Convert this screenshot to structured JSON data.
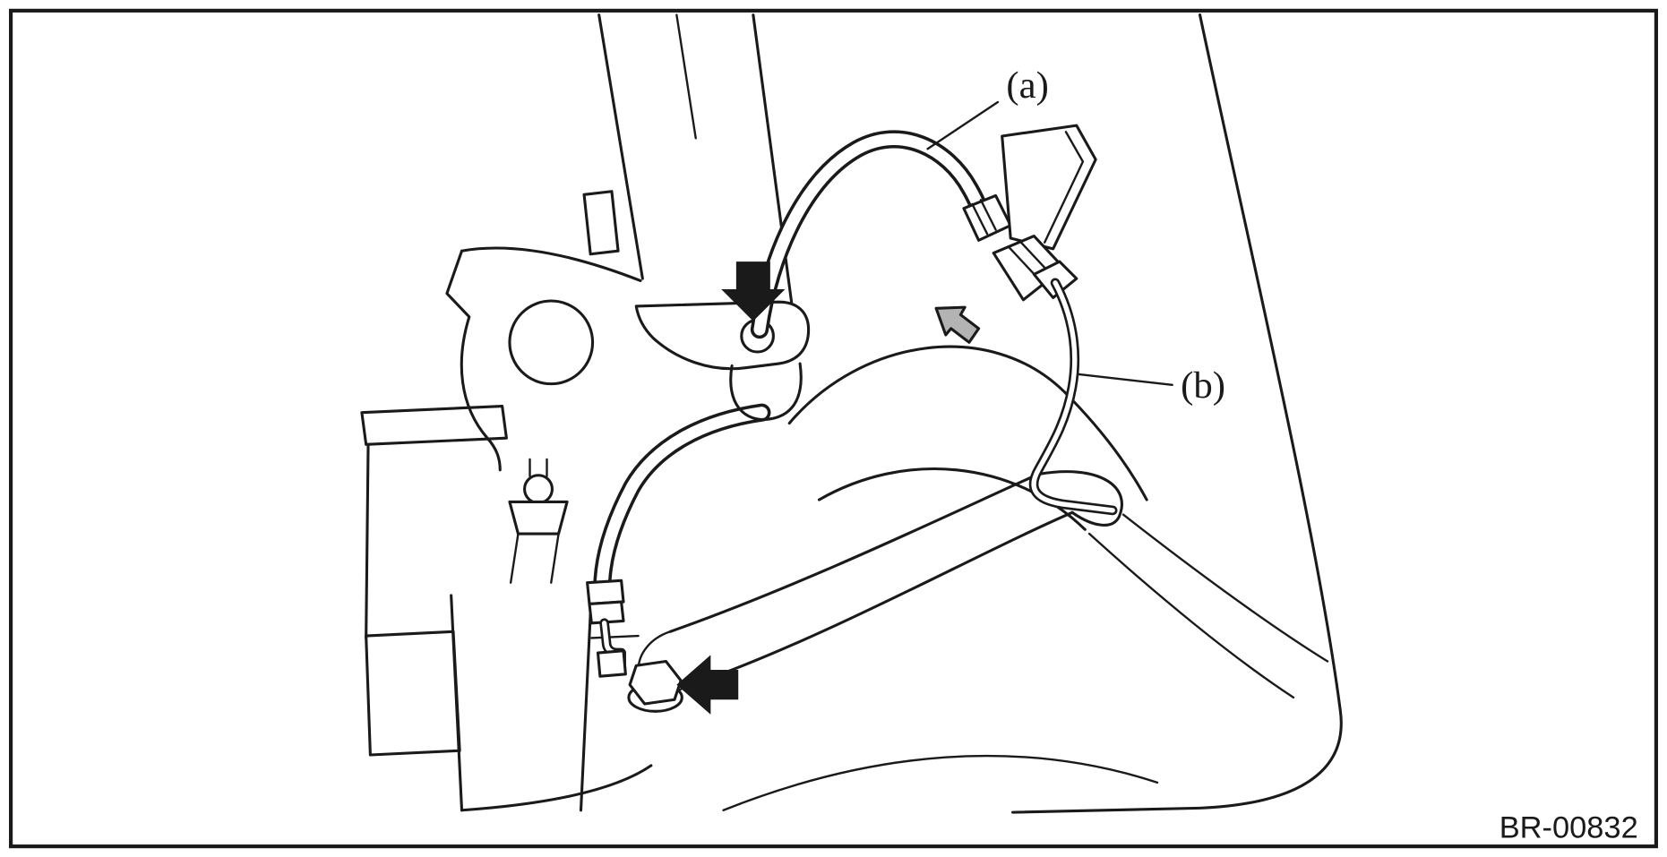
{
  "figure": {
    "type": "technical-line-illustration",
    "subject": "brake-hose-and-pipe-installation",
    "code": "BR-00832",
    "callouts": {
      "a": "(a)",
      "b": "(b)"
    }
  },
  "colors": {
    "line": "#1a1a1a",
    "background": "#ffffff",
    "gray_arrow_fill": "#b3b3b3"
  },
  "icons": {
    "pointer_down": "solid-black-arrow-down",
    "pointer_left": "solid-black-arrow-left",
    "pointer_upleft": "gray-outlined-arrow-up-left"
  }
}
